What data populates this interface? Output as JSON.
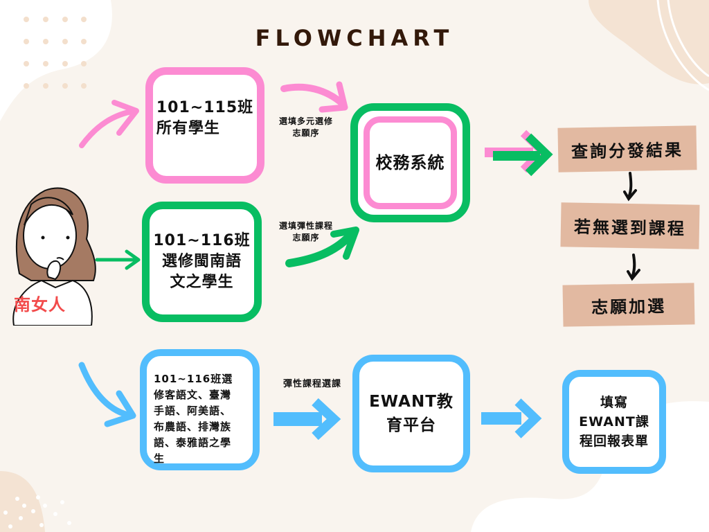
{
  "title": "FLOWCHART",
  "person_label": "南女人",
  "colors": {
    "pink": "#fc8bd2",
    "green": "#08bd62",
    "blue": "#52bdfd",
    "tan": "#e2b9a1",
    "title": "#33190a",
    "person_label": "#f24b4b"
  },
  "boxes": {
    "all_students": [
      "101~115班",
      "所有學生"
    ],
    "minnan": [
      "101~116班",
      "選修閩南語",
      "文之學生"
    ],
    "school_system": "校務系統",
    "other_lang": [
      "101~116班選",
      "修客語文、臺灣",
      "手語、阿美語、",
      "布農語、排灣族",
      "語、泰雅語之學",
      "生"
    ],
    "ewant": [
      "EWANT教",
      "育平台"
    ],
    "ewant_form": [
      "填寫",
      "EWANT課",
      "程回報表單"
    ]
  },
  "edge_labels": {
    "multi_elective": [
      "選填多元選修",
      "志願序"
    ],
    "flexible": [
      "選填彈性課程",
      "志願序"
    ],
    "flexible_select": "彈性課程選課"
  },
  "steps": [
    "查詢分發結果",
    "若無選到課程",
    "志願加選"
  ]
}
